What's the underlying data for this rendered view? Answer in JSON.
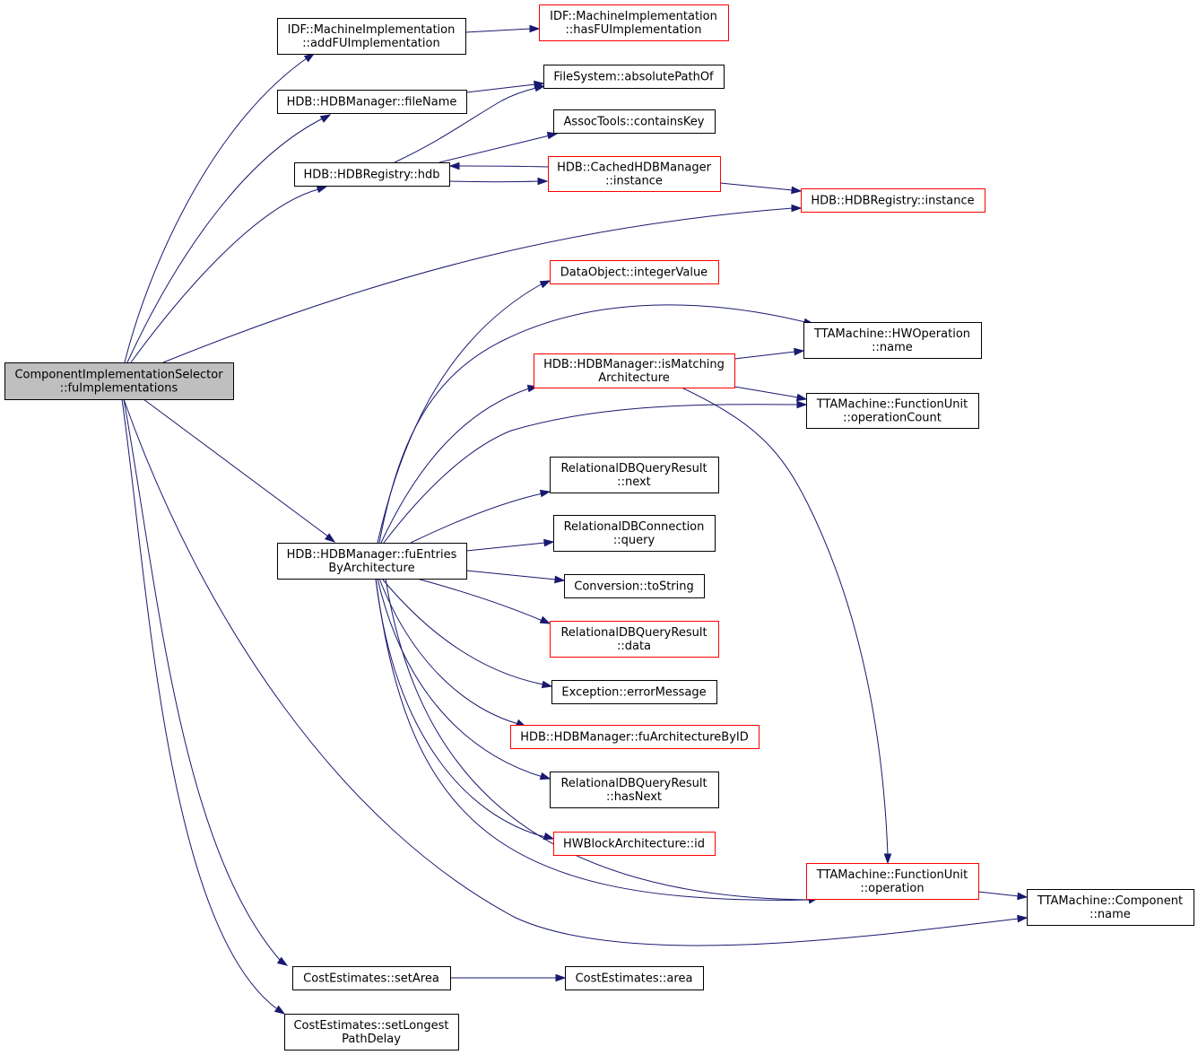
{
  "diagram": {
    "type": "call-graph",
    "root": "n_root",
    "colors": {
      "edge": "#191970",
      "box_border": "#000000",
      "box_border_truncated": "#ff0000",
      "root_fill": "#bfbfbf"
    },
    "nodes": [
      {
        "id": "n_root",
        "lines": [
          "ComponentImplementationSelector",
          "::fuImplementations"
        ],
        "style": "root"
      },
      {
        "id": "n_addFU",
        "lines": [
          "IDF::MachineImplementation",
          "::addFUImplementation"
        ],
        "style": "normal"
      },
      {
        "id": "n_hasFU",
        "lines": [
          "IDF::MachineImplementation",
          "::hasFUImplementation"
        ],
        "style": "red"
      },
      {
        "id": "n_fileName",
        "lines": [
          "HDB::HDBManager::fileName"
        ],
        "style": "normal"
      },
      {
        "id": "n_absPath",
        "lines": [
          "FileSystem::absolutePathOf"
        ],
        "style": "normal"
      },
      {
        "id": "n_hdb",
        "lines": [
          "HDB::HDBRegistry::hdb"
        ],
        "style": "normal"
      },
      {
        "id": "n_containsKey",
        "lines": [
          "AssocTools::containsKey"
        ],
        "style": "normal"
      },
      {
        "id": "n_cachedInst",
        "lines": [
          "HDB::CachedHDBManager",
          "::instance"
        ],
        "style": "red"
      },
      {
        "id": "n_regInst",
        "lines": [
          "HDB::HDBRegistry::instance"
        ],
        "style": "red"
      },
      {
        "id": "n_intValue",
        "lines": [
          "DataObject::integerValue"
        ],
        "style": "red"
      },
      {
        "id": "n_hwopName",
        "lines": [
          "TTAMachine::HWOperation",
          "::name"
        ],
        "style": "normal"
      },
      {
        "id": "n_isMatching",
        "lines": [
          "HDB::HDBManager::isMatching",
          "Architecture"
        ],
        "style": "red"
      },
      {
        "id": "n_opCount",
        "lines": [
          "TTAMachine::FunctionUnit",
          "::operationCount"
        ],
        "style": "normal"
      },
      {
        "id": "n_next",
        "lines": [
          "RelationalDBQueryResult",
          "::next"
        ],
        "style": "normal"
      },
      {
        "id": "n_fuEntries",
        "lines": [
          "HDB::HDBManager::fuEntries",
          "ByArchitecture"
        ],
        "style": "normal"
      },
      {
        "id": "n_query",
        "lines": [
          "RelationalDBConnection",
          "::query"
        ],
        "style": "normal"
      },
      {
        "id": "n_toString",
        "lines": [
          "Conversion::toString"
        ],
        "style": "normal"
      },
      {
        "id": "n_data",
        "lines": [
          "RelationalDBQueryResult",
          "::data"
        ],
        "style": "red"
      },
      {
        "id": "n_errMsg",
        "lines": [
          "Exception::errorMessage"
        ],
        "style": "normal"
      },
      {
        "id": "n_fuArch",
        "lines": [
          "HDB::HDBManager::fuArchitectureByID"
        ],
        "style": "red"
      },
      {
        "id": "n_hasNext",
        "lines": [
          "RelationalDBQueryResult",
          "::hasNext"
        ],
        "style": "normal"
      },
      {
        "id": "n_hwId",
        "lines": [
          "HWBlockArchitecture::id"
        ],
        "style": "red"
      },
      {
        "id": "n_fuOp",
        "lines": [
          "TTAMachine::FunctionUnit",
          "::operation"
        ],
        "style": "red"
      },
      {
        "id": "n_compName",
        "lines": [
          "TTAMachine::Component",
          "::name"
        ],
        "style": "normal"
      },
      {
        "id": "n_setArea",
        "lines": [
          "CostEstimates::setArea"
        ],
        "style": "normal"
      },
      {
        "id": "n_area",
        "lines": [
          "CostEstimates::area"
        ],
        "style": "normal"
      },
      {
        "id": "n_setDelay",
        "lines": [
          "CostEstimates::setLongest",
          "PathDelay"
        ],
        "style": "normal"
      }
    ],
    "edges": [
      {
        "from": "n_root",
        "to": "n_addFU"
      },
      {
        "from": "n_root",
        "to": "n_fileName"
      },
      {
        "from": "n_root",
        "to": "n_hdb"
      },
      {
        "from": "n_root",
        "to": "n_regInst"
      },
      {
        "from": "n_root",
        "to": "n_fuEntries"
      },
      {
        "from": "n_root",
        "to": "n_fuOp"
      },
      {
        "from": "n_root",
        "to": "n_compName"
      },
      {
        "from": "n_root",
        "to": "n_setArea"
      },
      {
        "from": "n_root",
        "to": "n_setDelay"
      },
      {
        "from": "n_addFU",
        "to": "n_hasFU"
      },
      {
        "from": "n_fileName",
        "to": "n_absPath"
      },
      {
        "from": "n_hdb",
        "to": "n_absPath"
      },
      {
        "from": "n_hdb",
        "to": "n_containsKey"
      },
      {
        "from": "n_hdb",
        "to": "n_cachedInst"
      },
      {
        "from": "n_cachedInst",
        "to": "n_hdb"
      },
      {
        "from": "n_cachedInst",
        "to": "n_regInst"
      },
      {
        "from": "n_fuEntries",
        "to": "n_intValue"
      },
      {
        "from": "n_fuEntries",
        "to": "n_hwopName"
      },
      {
        "from": "n_fuEntries",
        "to": "n_isMatching"
      },
      {
        "from": "n_fuEntries",
        "to": "n_opCount"
      },
      {
        "from": "n_fuEntries",
        "to": "n_next"
      },
      {
        "from": "n_fuEntries",
        "to": "n_query"
      },
      {
        "from": "n_fuEntries",
        "to": "n_toString"
      },
      {
        "from": "n_fuEntries",
        "to": "n_data"
      },
      {
        "from": "n_fuEntries",
        "to": "n_errMsg"
      },
      {
        "from": "n_fuEntries",
        "to": "n_fuArch"
      },
      {
        "from": "n_fuEntries",
        "to": "n_hasNext"
      },
      {
        "from": "n_fuEntries",
        "to": "n_hwId"
      },
      {
        "from": "n_fuEntries",
        "to": "n_fuOp"
      },
      {
        "from": "n_isMatching",
        "to": "n_hwopName"
      },
      {
        "from": "n_isMatching",
        "to": "n_opCount"
      },
      {
        "from": "n_isMatching",
        "to": "n_fuOp"
      },
      {
        "from": "n_fuOp",
        "to": "n_compName"
      },
      {
        "from": "n_setArea",
        "to": "n_area"
      }
    ]
  }
}
